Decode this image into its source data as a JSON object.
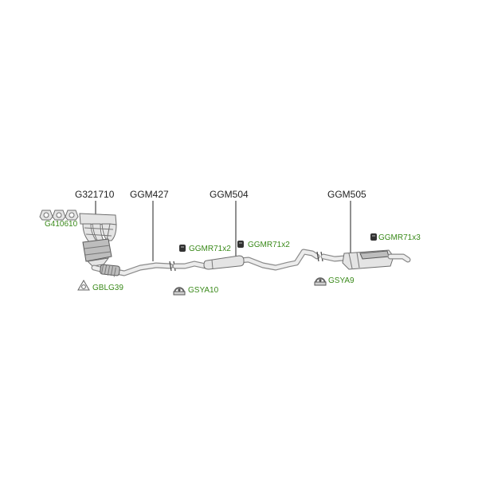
{
  "colors": {
    "part_label": "#222222",
    "accessory_label": "#3a8a1a",
    "pipe_stroke": "#8a8a8a",
    "pipe_fill": "#ececec",
    "rubber": "#333333"
  },
  "parts": {
    "manifold_catalyst": {
      "code": "G321710"
    },
    "front_pipe": {
      "code": "GGM427"
    },
    "middle_silencer": {
      "code": "GGM504"
    },
    "rear_silencer": {
      "code": "GGM505"
    }
  },
  "accessories": {
    "gasket_set": {
      "code": "G410610",
      "icon": "gasket-icon"
    },
    "flange_gasket": {
      "code": "GBLG39",
      "icon": "triangular-gasket-icon"
    },
    "clamp_front": {
      "code": "GSYA10",
      "icon": "clamp-icon"
    },
    "clamp_rear": {
      "code": "GSYA9",
      "icon": "clamp-icon"
    },
    "rubber_mount_1": {
      "code": "GGMR71x2",
      "icon": "rubber-mount-icon"
    },
    "rubber_mount_2": {
      "code": "GGMR71x2",
      "icon": "rubber-mount-icon"
    },
    "rubber_mount_3": {
      "code": "GGMR71x3",
      "icon": "rubber-mount-icon"
    }
  }
}
